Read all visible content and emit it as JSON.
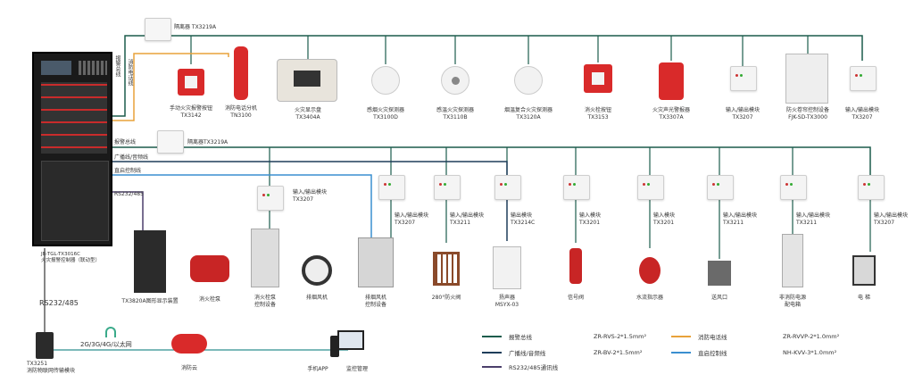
{
  "colors": {
    "bus_green": "#1c5c4c",
    "broadcast_blue": "#1e3d5a",
    "rs232_purple": "#4b3f6b",
    "phone_orange": "#e8a23a",
    "direct_blue": "#3a8fd0"
  },
  "controller": {
    "label": "JB-TGL-TX3016C\n火灾报警控制器（联动型）"
  },
  "top_bus": {
    "isolator_label": "隔离器 TX3219A",
    "v_label_alarm": "报警总线",
    "v_label_phone": "消防电话线"
  },
  "top_devices": [
    {
      "icon": "manual-call-point-icon",
      "name": "手动火灾报警按钮",
      "model": "TX3142"
    },
    {
      "icon": "fire-phone-icon",
      "name": "消防电话分机",
      "model": "TN3100"
    },
    {
      "icon": "fire-display-panel-icon",
      "name": "火灾显示盘",
      "model": "TX3404A"
    },
    {
      "icon": "smoke-detector-icon",
      "name": "感烟火灾探测器",
      "model": "TX3100D"
    },
    {
      "icon": "heat-detector-icon",
      "name": "感温火灾探测器",
      "model": "TX3110B"
    },
    {
      "icon": "combo-detector-icon",
      "name": "烟温复合火灾探测器",
      "model": "TX3120A"
    },
    {
      "icon": "hydrant-button-icon",
      "name": "消火栓按钮",
      "model": "TX3153"
    },
    {
      "icon": "sounder-strobe-icon",
      "name": "火灾声光警报器",
      "model": "TX3307A"
    },
    {
      "icon": "io-module-icon",
      "name": "输入/输出模块",
      "model": "TX3207"
    },
    {
      "icon": "fire-door-controller-icon",
      "name": "防火卷帘控制设备",
      "model": "FJK-SD-TX3000"
    },
    {
      "icon": "io-module-icon",
      "name": "输入/输出模块",
      "model": "TX3207"
    }
  ],
  "mid_bus": {
    "alarm_label": "报警总线",
    "isolator_label": "隔离器TX3219A",
    "broadcast_label": "广播线/音频线",
    "direct_label": "直启控制线",
    "rs_label": "RS232/485"
  },
  "module_row": [
    {
      "name": "输入/输出模块",
      "model": "TX3207"
    },
    {
      "name": "输入/输出模块",
      "model": "TX3207"
    },
    {
      "name": "输入/输出模块",
      "model": "TX3211"
    },
    {
      "name": "输出模块",
      "model": "TX3214C"
    },
    {
      "name": "输入模块",
      "model": "TX3201"
    },
    {
      "name": "输入模块",
      "model": "TX3201"
    },
    {
      "name": "输入/输出模块",
      "model": "TX3211"
    },
    {
      "name": "输入/输出模块",
      "model": "TX3211"
    },
    {
      "name": "输入/输出模块",
      "model": "TX3207"
    }
  ],
  "bottom_devices": [
    {
      "icon": "graphic-display-terminal-icon",
      "name": "TX3820A图形显示装置"
    },
    {
      "icon": "fire-pump-icon",
      "name": "消火栓泵"
    },
    {
      "icon": "hydrant-pump-cabinet-icon",
      "name": "消火栓泵\n控制设备"
    },
    {
      "icon": "exhaust-fan-icon",
      "name": "排烟风机"
    },
    {
      "icon": "fan-control-cabinet-icon",
      "name": "排烟风机\n控制设备"
    },
    {
      "icon": "fire-damper-icon",
      "name": "280°防火阀"
    },
    {
      "icon": "speaker-icon",
      "name": "扬声器\nMSYX-03"
    },
    {
      "icon": "signal-valve-icon",
      "name": "信号阀"
    },
    {
      "icon": "water-flow-indicator-icon",
      "name": "水流指示器"
    },
    {
      "icon": "smoke-vent-icon",
      "name": "送风口"
    },
    {
      "icon": "non-fire-power-icon",
      "name": "非消防电源\n配电箱"
    },
    {
      "icon": "elevator-icon",
      "name": "电 梯"
    }
  ],
  "network": {
    "rs_label": "RS232/485",
    "net_label": "2G/3G/4G/以太网",
    "gateway_name": "TX3251\n消防物联网传输模块",
    "cloud_name": "消防云",
    "app_name": "手机APP",
    "monitor_name": "监控管理"
  },
  "legend": [
    {
      "color": "#1c5c4c",
      "label": "报警总线",
      "spec": "ZR-RVS-2*1.5mm²"
    },
    {
      "color": "#1e3d5a",
      "label": "广播线/音频线",
      "spec": "ZR-BV-2*1.5mm²"
    },
    {
      "color": "#4b3f6b",
      "label": "RS232/485通讯线",
      "spec": ""
    },
    {
      "color": "#e8a23a",
      "label": "消防电话线",
      "spec": "ZR-RVVP-2*1.0mm²"
    },
    {
      "color": "#3a8fd0",
      "label": "直启控制线",
      "spec": "NH-KVV-3*1.0mm²"
    }
  ]
}
